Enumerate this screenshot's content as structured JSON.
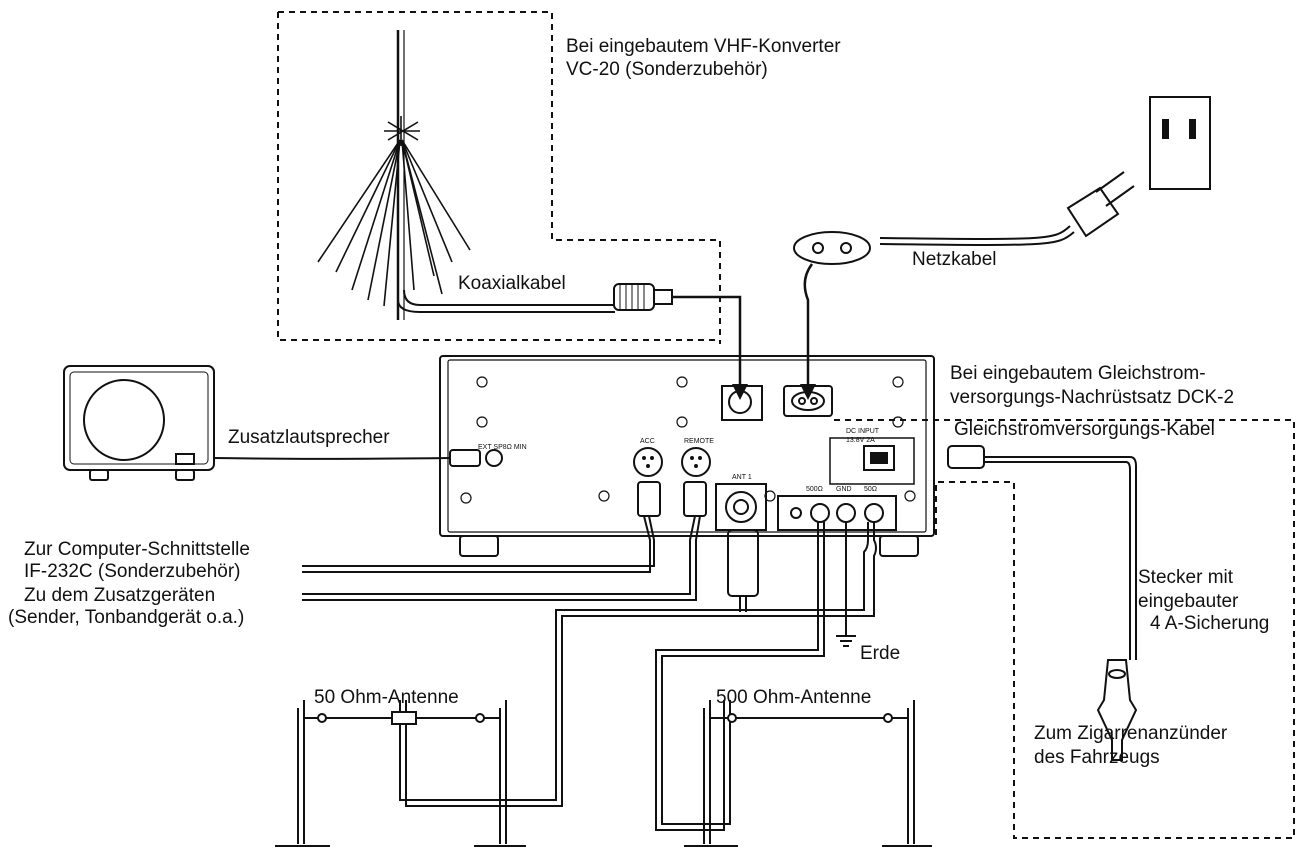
{
  "labels": {
    "vhf_line1": "Bei eingebautem VHF-Konverter",
    "vhf_line2": "VC-20 (Sonderzubehör)",
    "coax": "Koaxialkabel",
    "mains": "Netzkabel",
    "dc_line1": "Bei eingebautem Gleichstrom-",
    "dc_line2": "versorgungs-Nachrüstsatz DCK-2",
    "dc_cable": "Gleichstromversorgungs-Kabel",
    "speaker": "Zusatzlautsprecher",
    "computer_line1": "Zur Computer-Schnittstelle",
    "computer_line2": "IF-232C (Sonderzubehör)",
    "accessory_line1": "Zu dem Zusatzgeräten",
    "accessory_line2": "(Sender, Tonbandgerät o.a.)",
    "plug_line1": "Stecker mit",
    "plug_line2": "eingebauter",
    "plug_line3": "4 A-Sicherung",
    "earth": "Erde",
    "ant50": "50 Ohm-Antenne",
    "ant500": "500 Ohm-Antenne",
    "lighter_line1": "Zum Zigarrenanzünder",
    "lighter_line2": "des Fahrzeugs"
  },
  "panel": {
    "ext_sp": "EXT SP8Ω MIN",
    "acc": "ACC",
    "remote": "REMOTE",
    "ant1": "ANT 1",
    "ohm500": "500Ω",
    "gnd": "GND",
    "ohm50": "50Ω",
    "dc_input_1": "DC INPUT",
    "dc_input_2": "13.8V 2A"
  }
}
